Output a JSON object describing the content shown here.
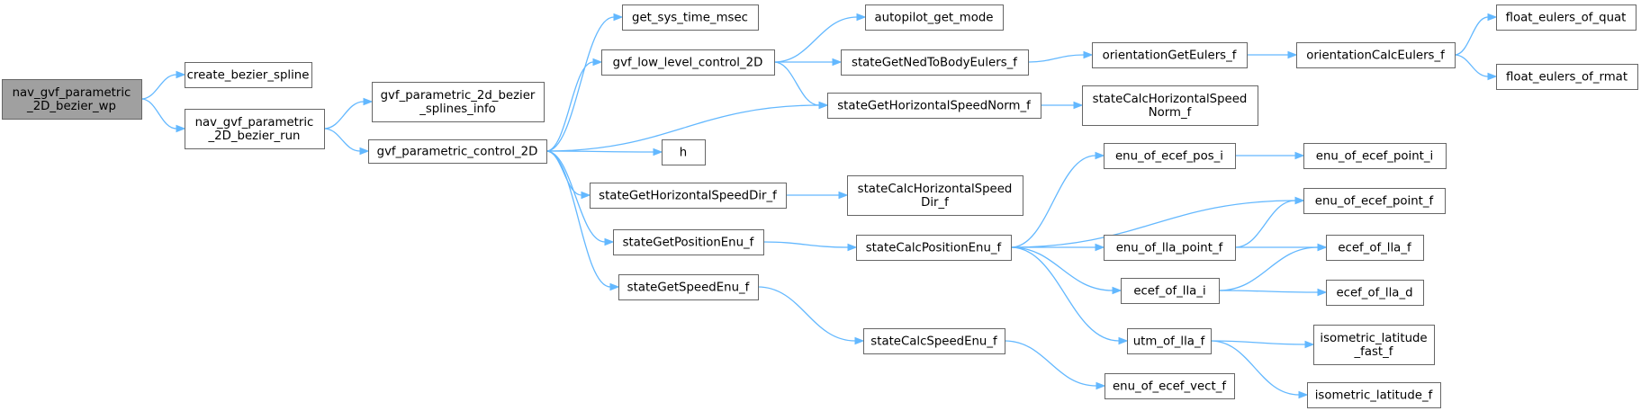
{
  "graph": {
    "colors": {
      "edge": "#63b8ff",
      "node_border": "#666666",
      "root_fill": "#a0a0a0",
      "node_fill": "#ffffff"
    },
    "nodes": [
      {
        "id": "nav_wp",
        "lines": [
          "nav_gvf_parametric",
          "_2D_bezier_wp"
        ],
        "root": true
      },
      {
        "id": "create_bezier",
        "lines": [
          "create_bezier_spline"
        ]
      },
      {
        "id": "nav_run",
        "lines": [
          "nav_gvf_parametric",
          "_2D_bezier_run"
        ]
      },
      {
        "id": "splines_info",
        "lines": [
          "gvf_parametric_2d_bezier",
          "_splines_info"
        ]
      },
      {
        "id": "control_2d",
        "lines": [
          "gvf_parametric_control_2D"
        ]
      },
      {
        "id": "sys_time",
        "lines": [
          "get_sys_time_msec"
        ]
      },
      {
        "id": "low_level",
        "lines": [
          "gvf_low_level_control_2D"
        ]
      },
      {
        "id": "h",
        "lines": [
          "h"
        ]
      },
      {
        "id": "hs_dir",
        "lines": [
          "stateGetHorizontalSpeedDir_f"
        ]
      },
      {
        "id": "pos_enu",
        "lines": [
          "stateGetPositionEnu_f"
        ]
      },
      {
        "id": "speed_enu",
        "lines": [
          "stateGetSpeedEnu_f"
        ]
      },
      {
        "id": "ap_mode",
        "lines": [
          "autopilot_get_mode"
        ]
      },
      {
        "id": "ned_body",
        "lines": [
          "stateGetNedToBodyEulers_f"
        ]
      },
      {
        "id": "hs_norm",
        "lines": [
          "stateGetHorizontalSpeedNorm_f"
        ]
      },
      {
        "id": "calc_hs_dir",
        "lines": [
          "stateCalcHorizontalSpeed",
          "Dir_f"
        ]
      },
      {
        "id": "calc_pos_enu",
        "lines": [
          "stateCalcPositionEnu_f"
        ]
      },
      {
        "id": "calc_speed_enu",
        "lines": [
          "stateCalcSpeedEnu_f"
        ]
      },
      {
        "id": "orient_get",
        "lines": [
          "orientationGetEulers_f"
        ]
      },
      {
        "id": "calc_hs_norm",
        "lines": [
          "stateCalcHorizontalSpeed",
          "Norm_f"
        ]
      },
      {
        "id": "enu_pos_i",
        "lines": [
          "enu_of_ecef_pos_i"
        ]
      },
      {
        "id": "enu_lla_pt",
        "lines": [
          "enu_of_lla_point_f"
        ]
      },
      {
        "id": "ecef_lla_i",
        "lines": [
          "ecef_of_lla_i"
        ]
      },
      {
        "id": "utm_lla",
        "lines": [
          "utm_of_lla_f"
        ]
      },
      {
        "id": "enu_vect",
        "lines": [
          "enu_of_ecef_vect_f"
        ]
      },
      {
        "id": "orient_calc",
        "lines": [
          "orientationCalcEulers_f"
        ]
      },
      {
        "id": "enu_pt_i",
        "lines": [
          "enu_of_ecef_point_i"
        ]
      },
      {
        "id": "enu_pt_f",
        "lines": [
          "enu_of_ecef_point_f"
        ]
      },
      {
        "id": "ecef_lla_f",
        "lines": [
          "ecef_of_lla_f"
        ]
      },
      {
        "id": "ecef_lla_d",
        "lines": [
          "ecef_of_lla_d"
        ]
      },
      {
        "id": "iso_fast",
        "lines": [
          "isometric_latitude",
          "_fast_f"
        ]
      },
      {
        "id": "iso",
        "lines": [
          "isometric_latitude_f"
        ]
      },
      {
        "id": "eul_quat",
        "lines": [
          "float_eulers_of_quat"
        ]
      },
      {
        "id": "eul_rmat",
        "lines": [
          "float_eulers_of_rmat"
        ]
      }
    ],
    "edges": [
      [
        "nav_wp",
        "create_bezier"
      ],
      [
        "nav_wp",
        "nav_run"
      ],
      [
        "nav_run",
        "splines_info"
      ],
      [
        "nav_run",
        "control_2d"
      ],
      [
        "control_2d",
        "sys_time"
      ],
      [
        "control_2d",
        "low_level"
      ],
      [
        "control_2d",
        "hs_norm"
      ],
      [
        "control_2d",
        "h"
      ],
      [
        "control_2d",
        "hs_dir"
      ],
      [
        "control_2d",
        "pos_enu"
      ],
      [
        "control_2d",
        "speed_enu"
      ],
      [
        "low_level",
        "ap_mode"
      ],
      [
        "low_level",
        "ned_body"
      ],
      [
        "low_level",
        "hs_norm"
      ],
      [
        "ned_body",
        "orient_get"
      ],
      [
        "orient_get",
        "orient_calc"
      ],
      [
        "orient_calc",
        "eul_quat"
      ],
      [
        "orient_calc",
        "eul_rmat"
      ],
      [
        "hs_norm",
        "calc_hs_norm"
      ],
      [
        "hs_dir",
        "calc_hs_dir"
      ],
      [
        "pos_enu",
        "calc_pos_enu"
      ],
      [
        "speed_enu",
        "calc_speed_enu"
      ],
      [
        "calc_pos_enu",
        "enu_pos_i"
      ],
      [
        "calc_pos_enu",
        "enu_pt_f"
      ],
      [
        "calc_pos_enu",
        "enu_lla_pt"
      ],
      [
        "calc_pos_enu",
        "ecef_lla_i"
      ],
      [
        "calc_pos_enu",
        "utm_lla"
      ],
      [
        "enu_pos_i",
        "enu_pt_i"
      ],
      [
        "enu_lla_pt",
        "enu_pt_f"
      ],
      [
        "enu_lla_pt",
        "ecef_lla_f"
      ],
      [
        "ecef_lla_i",
        "ecef_lla_f"
      ],
      [
        "ecef_lla_i",
        "ecef_lla_d"
      ],
      [
        "utm_lla",
        "iso_fast"
      ],
      [
        "utm_lla",
        "iso"
      ],
      [
        "calc_speed_enu",
        "enu_vect"
      ]
    ]
  }
}
